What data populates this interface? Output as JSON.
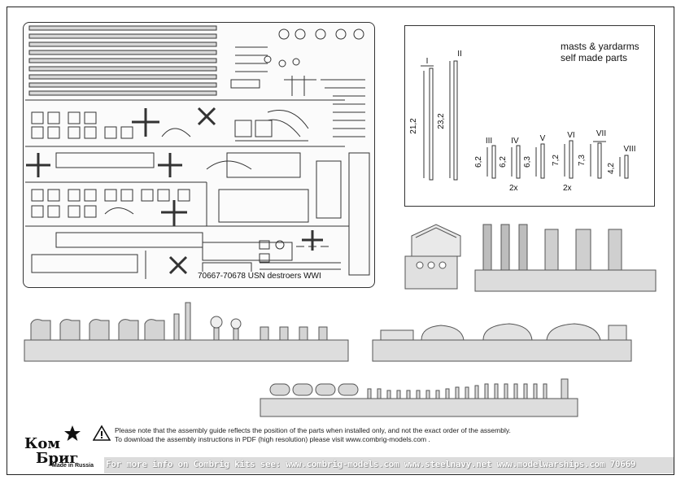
{
  "fret": {
    "label": "70667-70678  USN destroers WWI"
  },
  "masts": {
    "title_line1": "masts & yardarms",
    "title_line2": "self made parts",
    "parts": [
      {
        "numeral": "I",
        "length": "21,2"
      },
      {
        "numeral": "II",
        "length": "23,2"
      },
      {
        "numeral": "III",
        "length": "6,2"
      },
      {
        "numeral": "IV",
        "length": "6,2"
      },
      {
        "numeral": "V",
        "length": "6,3"
      },
      {
        "numeral": "VI",
        "length": "7,2"
      },
      {
        "numeral": "VII",
        "length": "7,3"
      },
      {
        "numeral": "VIII",
        "length": "4,2"
      }
    ],
    "quantity_left": "2x",
    "quantity_right": "2x"
  },
  "notice": {
    "line1": "Please note that the assembly guide reflects the position of the parts when installed only, and not the exact order of the assembly.",
    "line2": "To download the assembly instructions in PDF (high resolution) please visit www.combrig-models.com ."
  },
  "brand": {
    "logo_line1": "Ком",
    "logo_line2": "Бриг",
    "made_in": "Made in Russia"
  },
  "footer": {
    "text": "For more info on Combrig kits see: www.combrig-models.com  www.steelnavy.net  www.modelwarships.com 70669"
  },
  "colors": {
    "ink": "#222222",
    "fret_background": "#fbfbfb",
    "resin_gray": "#cfcfcf",
    "footer_band": "#dcdcdc"
  },
  "icons": {
    "notice": "warning-triangle-icon",
    "logo": "red-star-icon"
  }
}
